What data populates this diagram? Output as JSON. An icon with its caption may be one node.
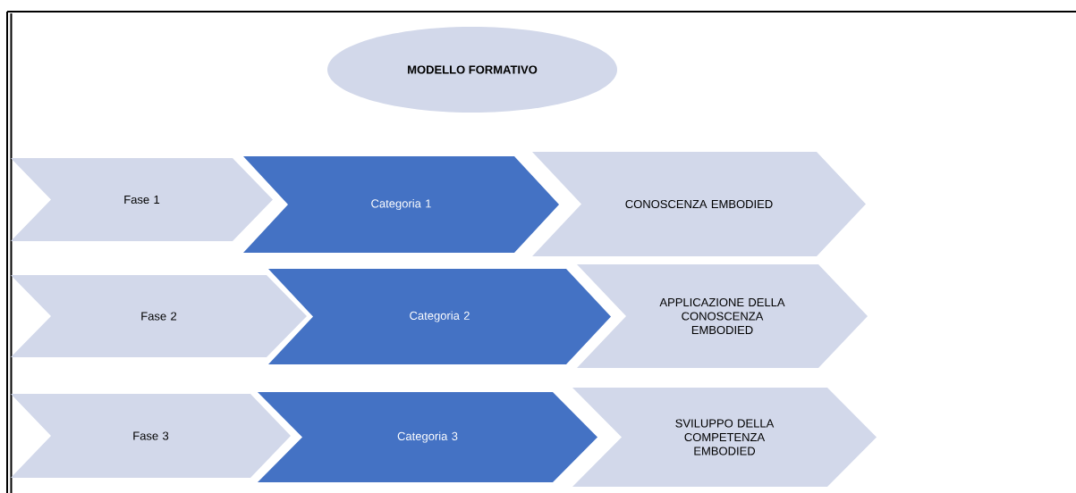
{
  "diagram": {
    "nodes": [
      {
        "text": [
          "MODELLO FORMATIVO"
        ]
      },
      {
        "text": [
          "Fase 1"
        ]
      },
      {
        "text": [
          "Categoria 1"
        ]
      },
      {
        "text": [
          "CONOSCENZA EMBODIED"
        ]
      },
      {
        "text": [
          "Fase 2"
        ]
      },
      {
        "text": [
          "Categoria 2"
        ]
      },
      {
        "text": [
          "APPLICAZIONE DELLA CONOSCENZA EMBODIED"
        ]
      },
      {
        "text": [
          "Fase 3"
        ]
      },
      {
        "text": [
          "Categoria 3"
        ]
      },
      {
        "text": [
          "SVILUPPO DELLA COMPETENZA EMBODIED"
        ]
      }
    ]
  }
}
